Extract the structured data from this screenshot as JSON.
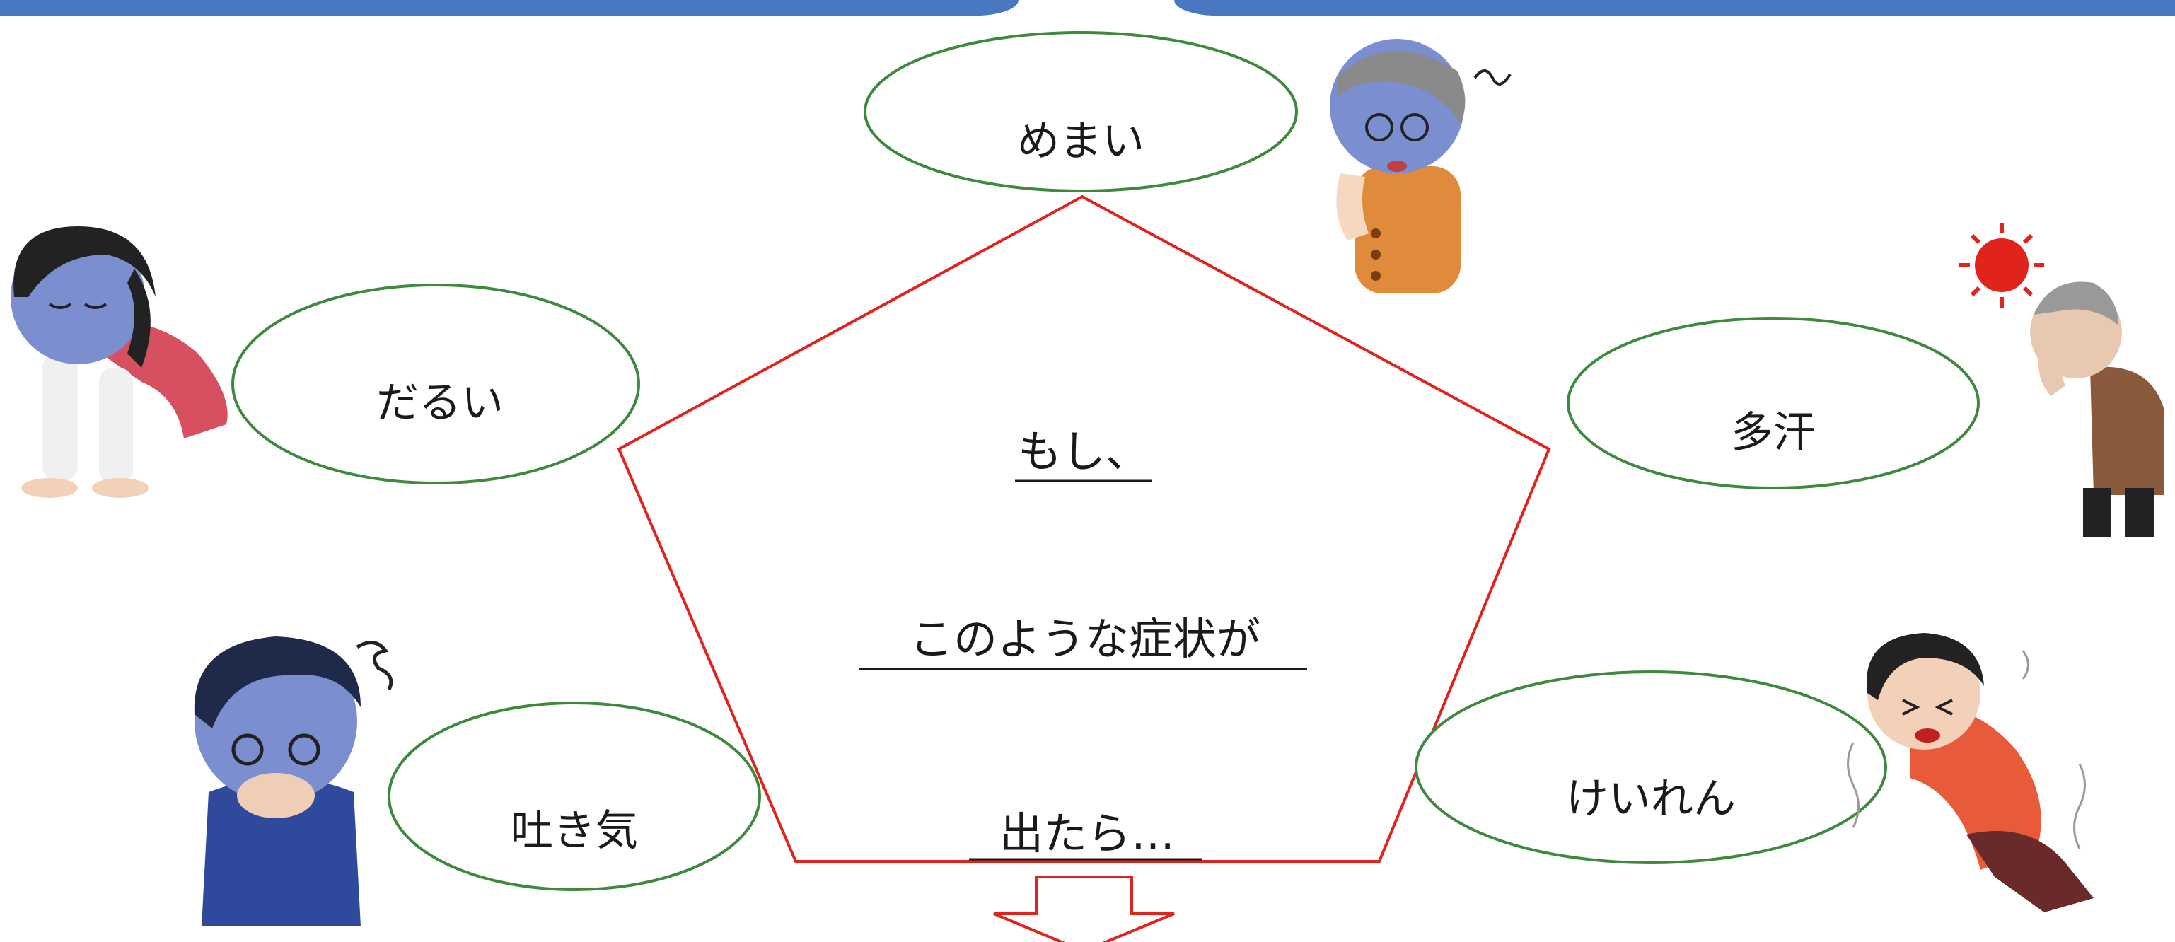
{
  "center": {
    "line1": "もし、",
    "line2": "このような症状が",
    "line3": "出たら…"
  },
  "symptoms": [
    {
      "id": "dizziness",
      "label": "めまい"
    },
    {
      "id": "fatigue",
      "label": "だるい"
    },
    {
      "id": "sweating",
      "label": "多汗"
    },
    {
      "id": "nausea",
      "label": "吐き気"
    },
    {
      "id": "convulsion",
      "label": "けいれん"
    }
  ],
  "colors": {
    "ellipse_stroke": "#3d8a3d",
    "pentagon_stroke": "#e0241b",
    "arrow_stroke": "#e0241b",
    "header_bar": "#4a78c0"
  },
  "illustrations": [
    {
      "id": "dizzy-elderly-woman",
      "icon": "dizzy-elderly-woman-icon"
    },
    {
      "id": "crawling-tired-woman",
      "icon": "tired-woman-icon"
    },
    {
      "id": "sweating-elderly-man",
      "icon": "sweating-man-sun-icon"
    },
    {
      "id": "nauseous-boy",
      "icon": "nauseous-boy-icon"
    },
    {
      "id": "convulsing-woman",
      "icon": "convulsing-woman-icon"
    }
  ]
}
